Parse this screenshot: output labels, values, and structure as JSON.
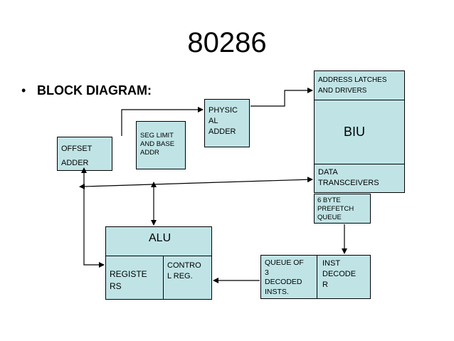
{
  "title": "80286",
  "bullet": {
    "symbol": "•",
    "text": "BLOCK DIAGRAM:"
  },
  "blocks": {
    "offset_adder": "OFFSET\nADDER",
    "seg_limit": "SEG LIMIT\nAND BASE\nADDR",
    "physical_adder": "PHYSIC\nAL\nADDER",
    "address_latches": "ADDRESS LATCHES\nAND DRIVERS",
    "biu": "BIU",
    "data_transceivers": "DATA\nTRANSCEIVERS",
    "prefetch_queue": "6 BYTE\nPREFETCH\nQUEUE",
    "alu": "ALU",
    "registers": "REGISTE\nRS",
    "control_reg": "CONTRO\nL REG.",
    "decoded_queue": "QUEUE OF\n3\nDECODED\nINSTS.",
    "inst_decoder": "INST\nDECODE\nR"
  },
  "colors": {
    "block_fill": "#c0e4e6",
    "line": "#000000"
  }
}
